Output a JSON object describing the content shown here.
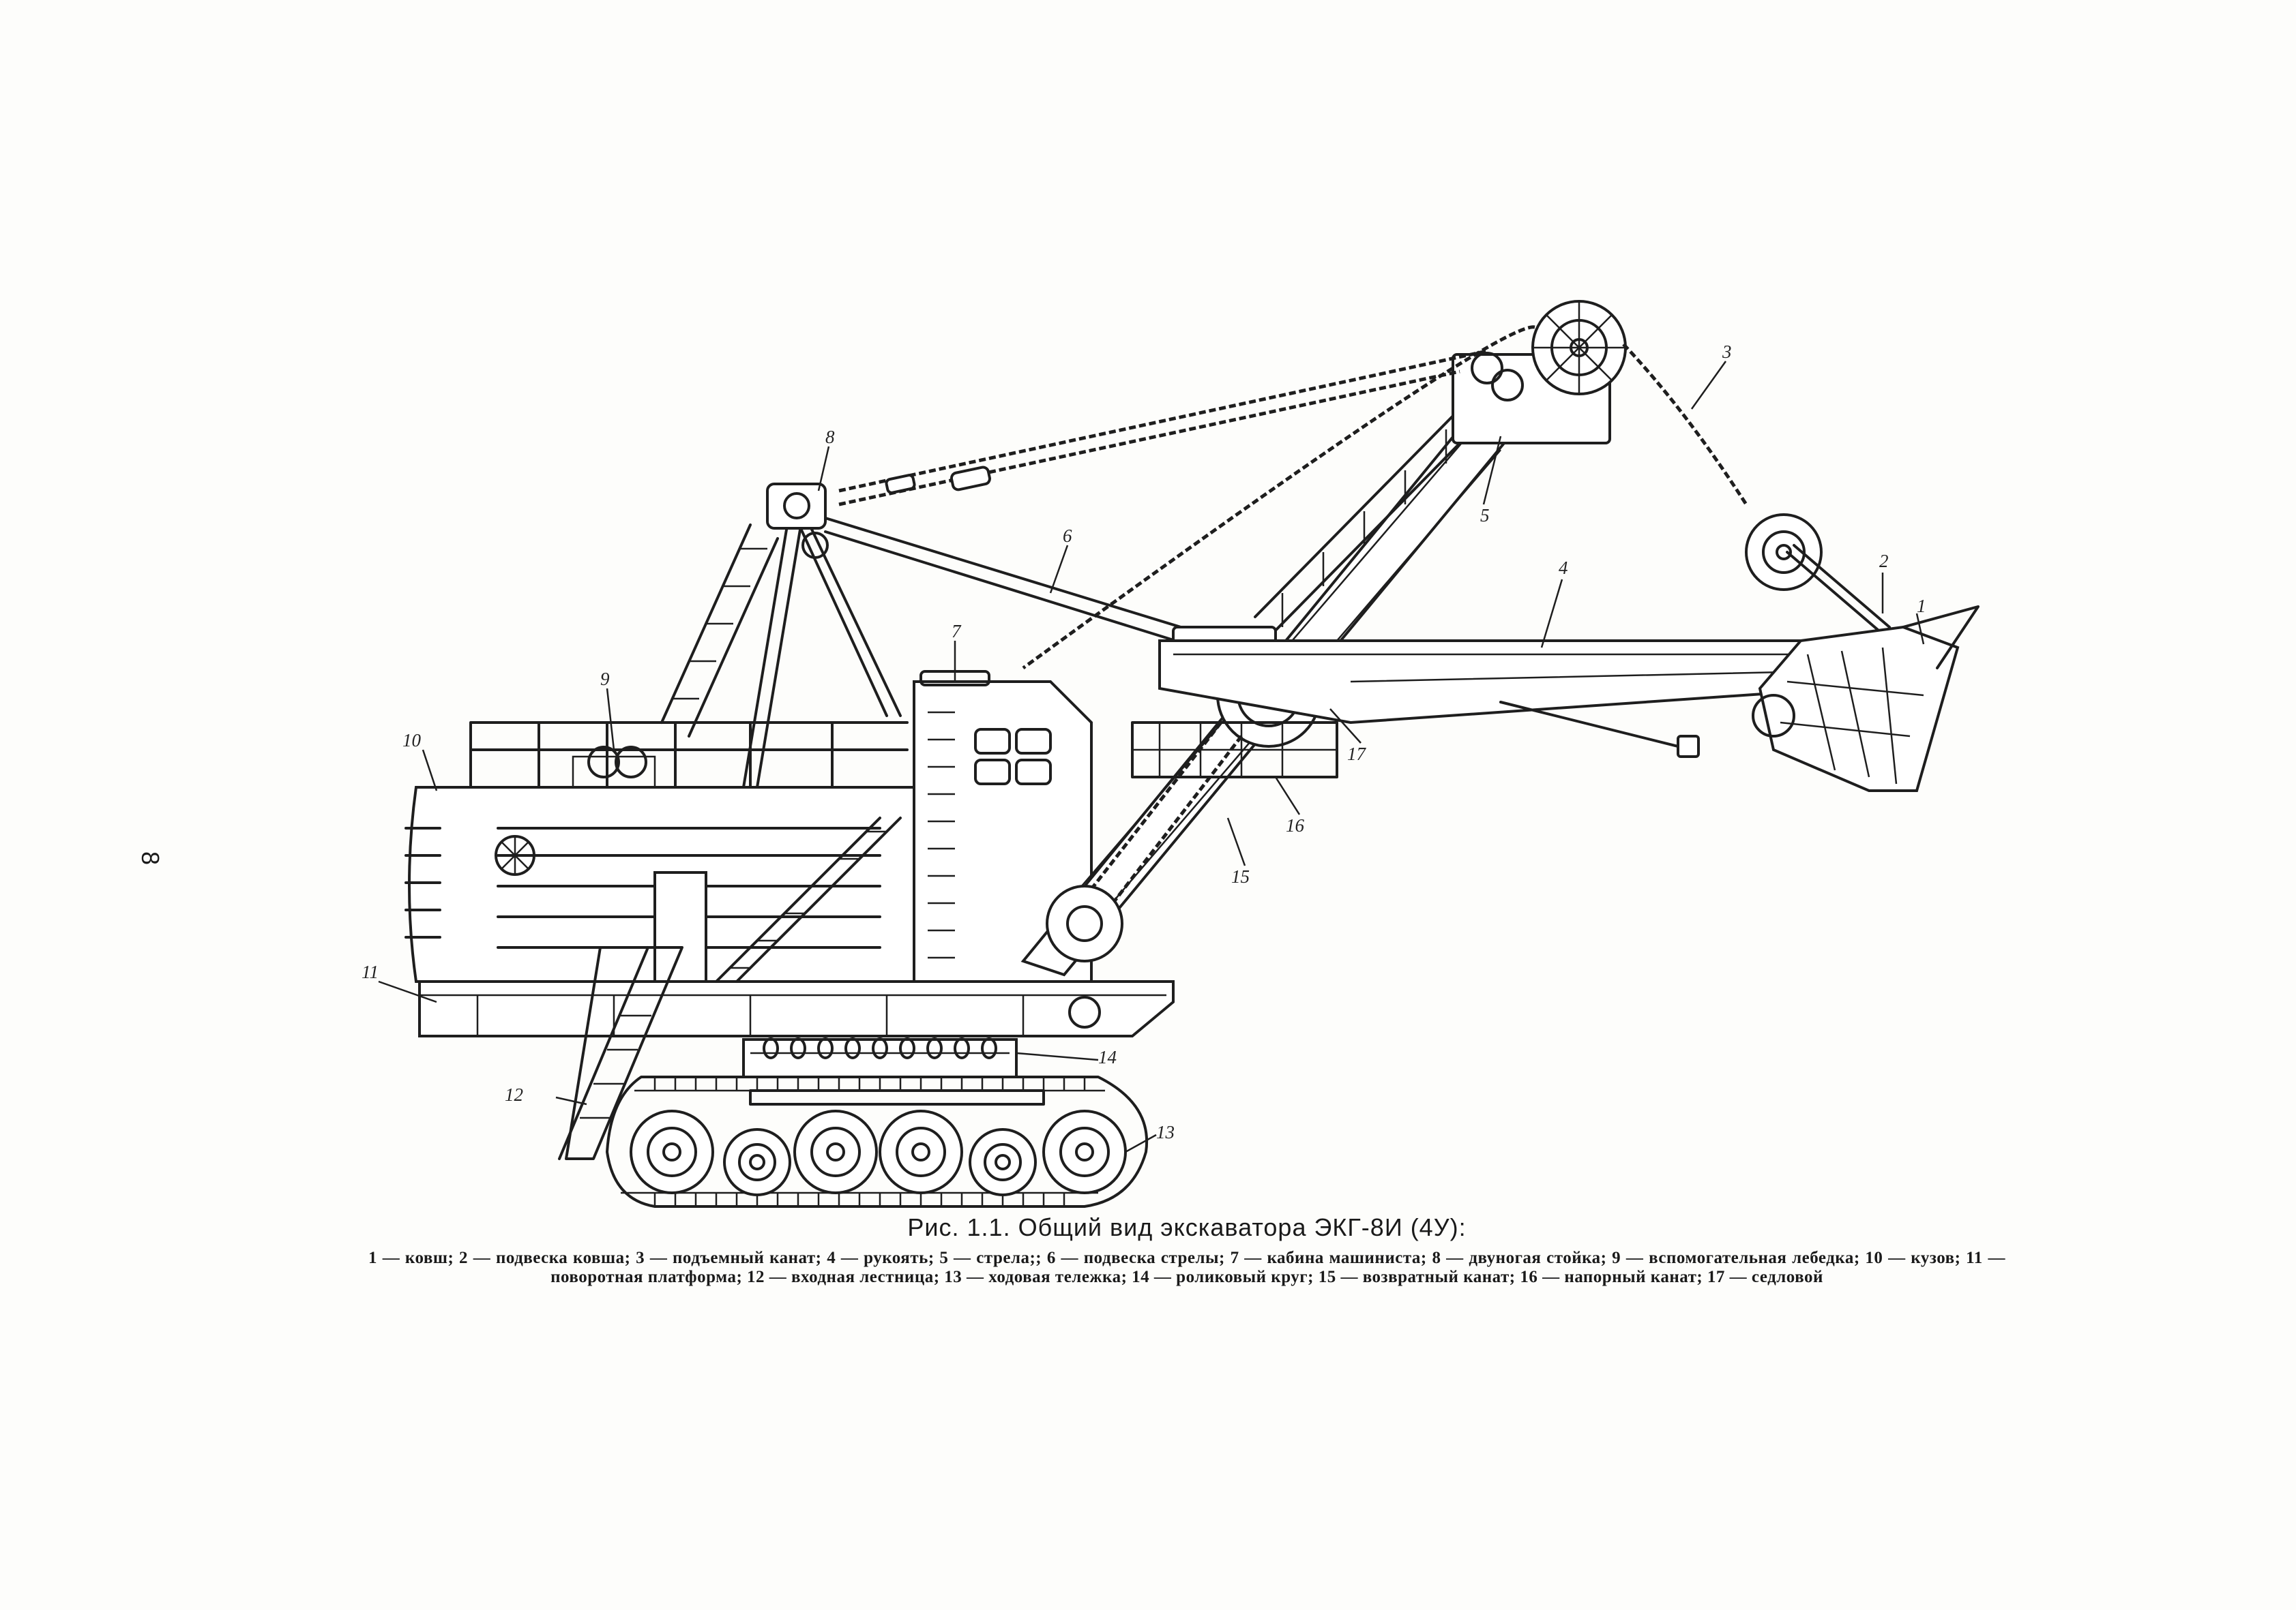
{
  "page_number": "8",
  "figure": {
    "caption_title": "Рис. 1.1. Общий вид экскаватора ЭКГ-8И (4У):",
    "caption_legend": "1 — ковш; 2 — подвеска ковша; 3 — подъемный канат; 4 — рукоять; 5 — стрела;; 6 — подвеска стрелы; 7 — кабина машиниста; 8 — двуногая стойка; 9 — вспомогательная лебедка; 10 — кузов; 11 — поворотная платформа; 12 — входная лестница; 13 — ходовая тележка; 14 — роликовый круг; 15 — возвратный канат; 16 — напорный канат; 17 — седловой",
    "callouts": [
      "1",
      "2",
      "3",
      "4",
      "5",
      "6",
      "7",
      "8",
      "9",
      "10",
      "11",
      "12",
      "13",
      "14",
      "15",
      "16",
      "17"
    ]
  }
}
